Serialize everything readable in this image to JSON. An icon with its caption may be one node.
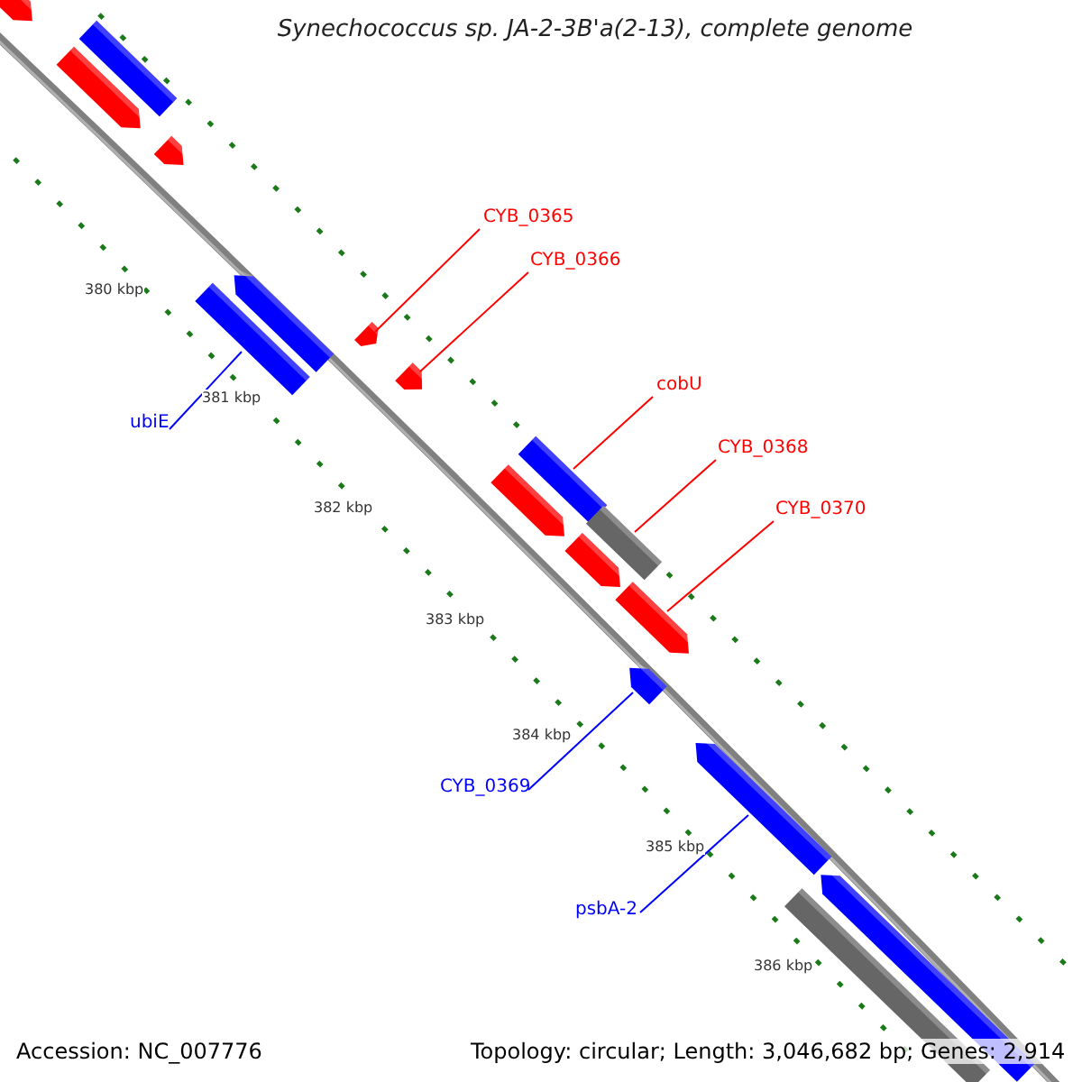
{
  "diagram": {
    "title": "Synechococcus sp. JA-2-3B'a(2-13), complete genome",
    "nodes": [
      {
        "text": [],
        "shape": "arrow"
      },
      {
        "text": [],
        "shape": "bar"
      },
      {
        "text": [],
        "shape": "arrow"
      },
      {
        "text": [],
        "shape": "arrow"
      },
      {
        "text": [
          "CYB_0365"
        ]
      },
      {
        "text": [
          "CYB_0366"
        ]
      },
      {
        "text": [],
        "shape": "arrow"
      },
      {
        "text": [],
        "shape": "bar"
      },
      {
        "text": [],
        "shape": "arrow"
      },
      {
        "text": [],
        "shape": "arrow"
      },
      {
        "text": [
          "cobU"
        ]
      },
      {
        "text": [
          "ubiE"
        ]
      },
      {
        "text": [
          "CYB_0368"
        ]
      },
      {
        "text": [],
        "shape": "bar"
      },
      {
        "text": [
          "CYB_0370"
        ]
      },
      {
        "text": [],
        "shape": "arrow"
      },
      {
        "text": [],
        "shape": "bar"
      },
      {
        "text": [],
        "shape": "arrow"
      },
      {
        "text": [],
        "shape": "arrow"
      },
      {
        "text": [],
        "shape": "arrow"
      },
      {
        "text": [
          "CYB_0369"
        ]
      },
      {
        "text": [],
        "shape": "arrow"
      },
      {
        "text": [
          "psbA-2"
        ]
      },
      {
        "text": [],
        "shape": "bar"
      },
      {
        "text": [],
        "shape": "arrow"
      }
    ],
    "edges": [
      {
        "from": 4,
        "to": 8,
        "arrow": "none"
      },
      {
        "from": 5,
        "to": 9,
        "arrow": "none"
      },
      {
        "from": 10,
        "to": 13,
        "arrow": "none"
      },
      {
        "from": 11,
        "to": 7,
        "arrow": "none",
        "color": "#0000ff"
      },
      {
        "from": 12,
        "to": 16,
        "arrow": "none"
      },
      {
        "from": 14,
        "to": 18,
        "arrow": "none"
      },
      {
        "from": 20,
        "to": 19,
        "arrow": "none",
        "color": "#0000ff"
      },
      {
        "from": 22,
        "to": 21,
        "arrow": "none",
        "color": "#0000ff"
      }
    ],
    "labels": [
      "380 kbp",
      "381 kbp",
      "382 kbp",
      "383 kbp",
      "384 kbp",
      "385 kbp",
      "386 kbp",
      "Accession: NC_007776",
      "Topology: circular; Length: 3,046,682 bp; Genes: 2,914"
    ]
  }
}
